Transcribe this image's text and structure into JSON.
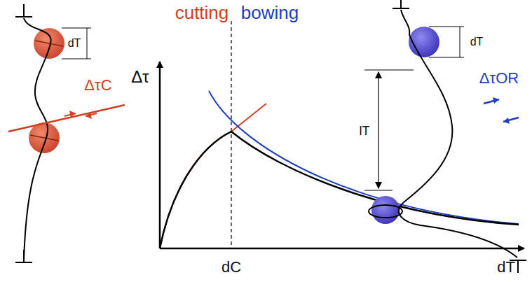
{
  "diagram": {
    "labels": [
      "dT",
      "ΔτC",
      "cutting",
      "bowing",
      "Δτ",
      "dC",
      "dT",
      "dT",
      "lT",
      "ΔτOR"
    ]
  }
}
